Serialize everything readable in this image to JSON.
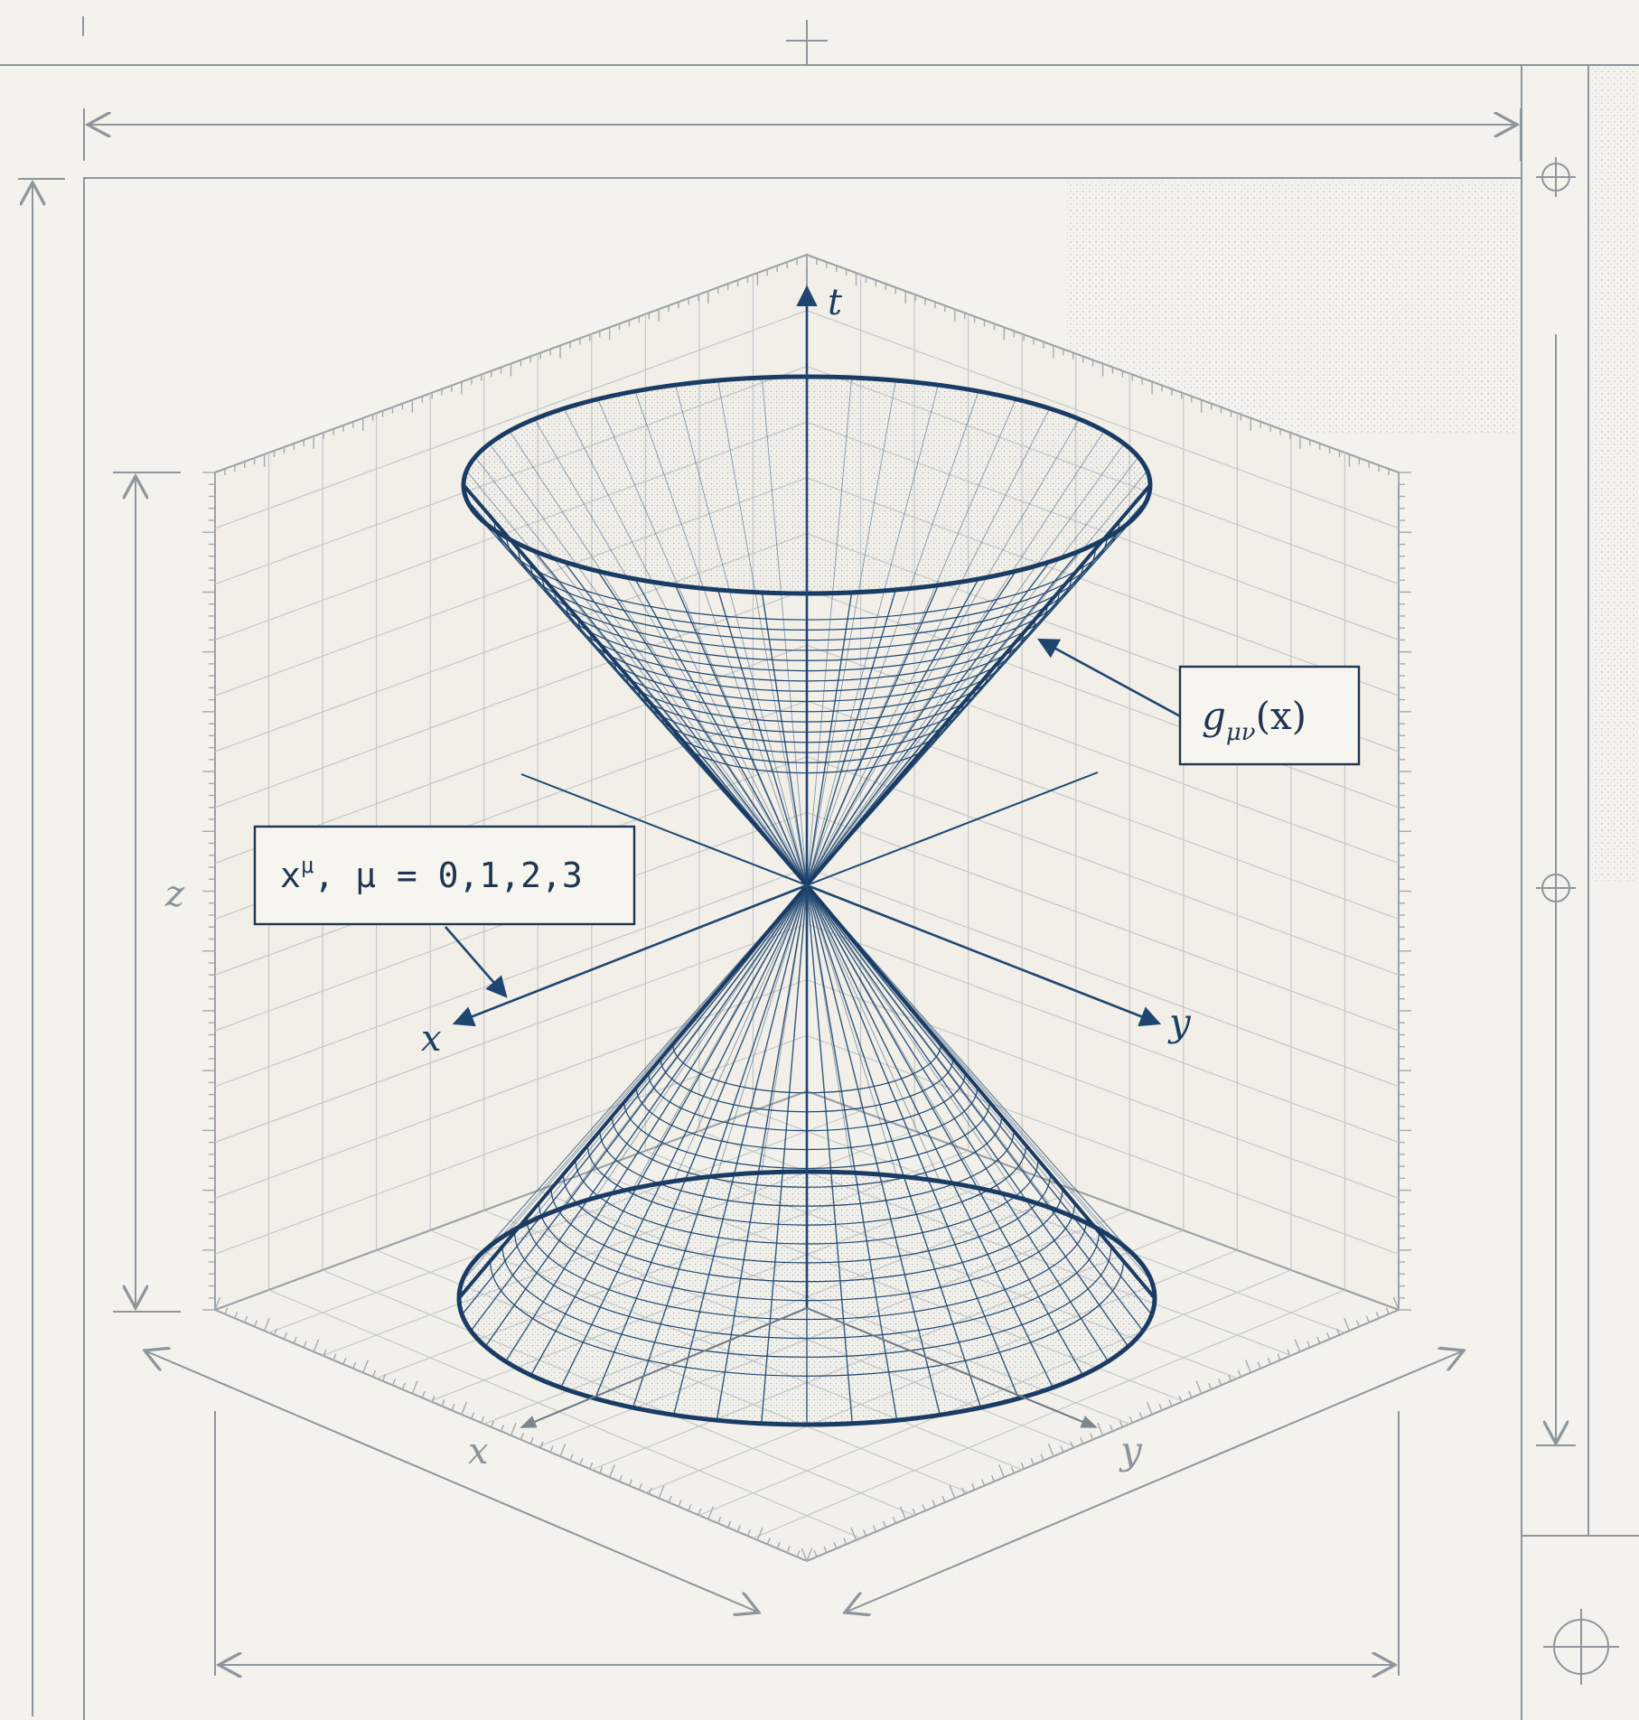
{
  "colors": {
    "paper": "#f4f2ec",
    "frame": "#8e969c",
    "grid": "#c2c6c6",
    "ink": "#1f4670",
    "label": "#1d3e63"
  },
  "axes": {
    "t": "t",
    "x_center": "x",
    "y_center": "y",
    "x_floor": "x",
    "y_floor": "y",
    "z_wall": "z"
  },
  "callouts": {
    "coordinates": {
      "prefix": "x",
      "sup": "μ",
      "rest": ", μ = 0,1,2,3"
    },
    "metric": {
      "g": "g",
      "sub": "μν",
      "arg": "(x)"
    }
  },
  "icons": [
    "crosshair-icon",
    "crosshair-icon",
    "crosshair-icon",
    "registration-plus-icon"
  ]
}
